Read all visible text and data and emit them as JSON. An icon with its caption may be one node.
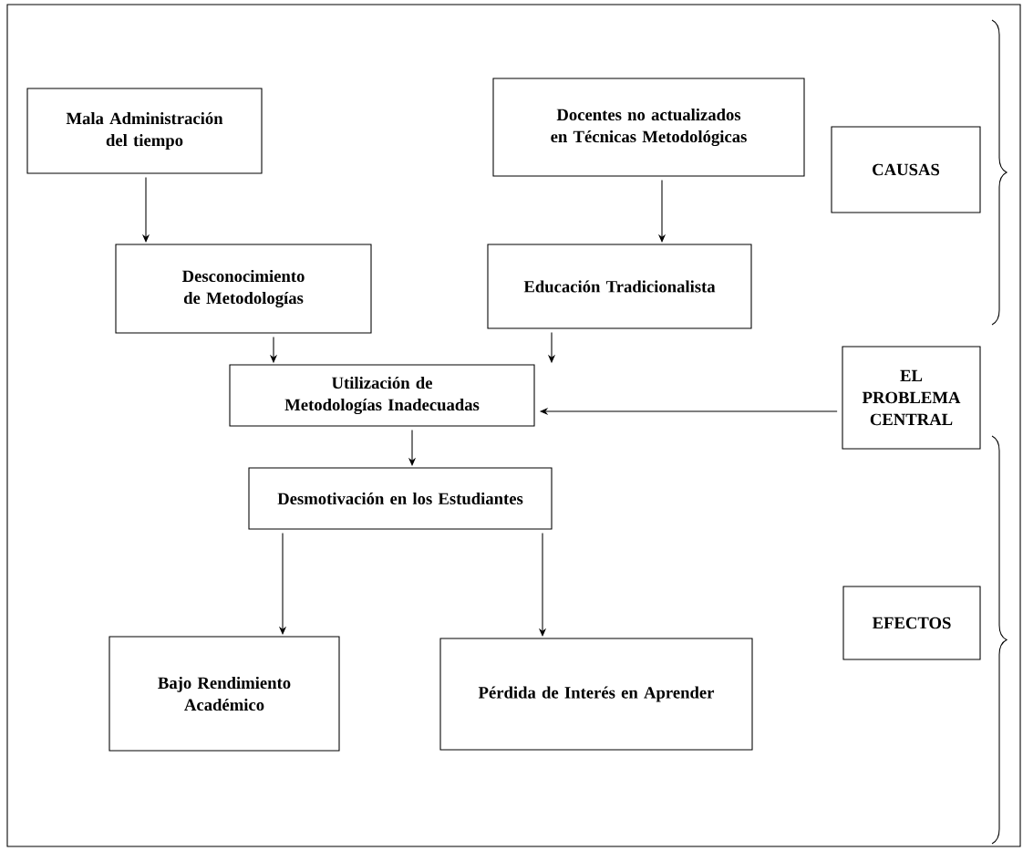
{
  "diagram": {
    "nodes": [
      {
        "text": [
          "Mala Administración del tiempo"
        ]
      },
      {
        "text": [
          "Docentes no actualizados en Técnicas Metodológicas"
        ]
      },
      {
        "text": [
          "CAUSAS"
        ]
      },
      {
        "text": [
          "Desconocimiento de Metodologías"
        ]
      },
      {
        "text": [
          "Educación Tradicionalista"
        ]
      },
      {
        "text": [
          "Utilización de Metodologías Inadecuadas"
        ]
      },
      {
        "text": [
          "EL PROBLEMA CENTRAL"
        ]
      },
      {
        "text": [
          "Desmotivación en los Estudiantes"
        ]
      },
      {
        "text": [
          "EFECTOS"
        ]
      },
      {
        "text": [
          "Bajo Rendimiento Académico"
        ]
      },
      {
        "text": [
          "Pérdida de Interés en Aprender"
        ]
      }
    ],
    "edges": [
      {
        "from": 0,
        "to": 3,
        "arrow": "to"
      },
      {
        "from": 1,
        "to": 4,
        "arrow": "to"
      },
      {
        "from": 3,
        "to": 5,
        "arrow": "to"
      },
      {
        "from": 4,
        "to": 5,
        "arrow": "to"
      },
      {
        "from": 6,
        "to": 5,
        "arrow": "to"
      },
      {
        "from": 5,
        "to": 7,
        "arrow": "to"
      },
      {
        "from": 7,
        "to": 9,
        "arrow": "to"
      },
      {
        "from": 7,
        "to": 10,
        "arrow": "to"
      }
    ]
  }
}
